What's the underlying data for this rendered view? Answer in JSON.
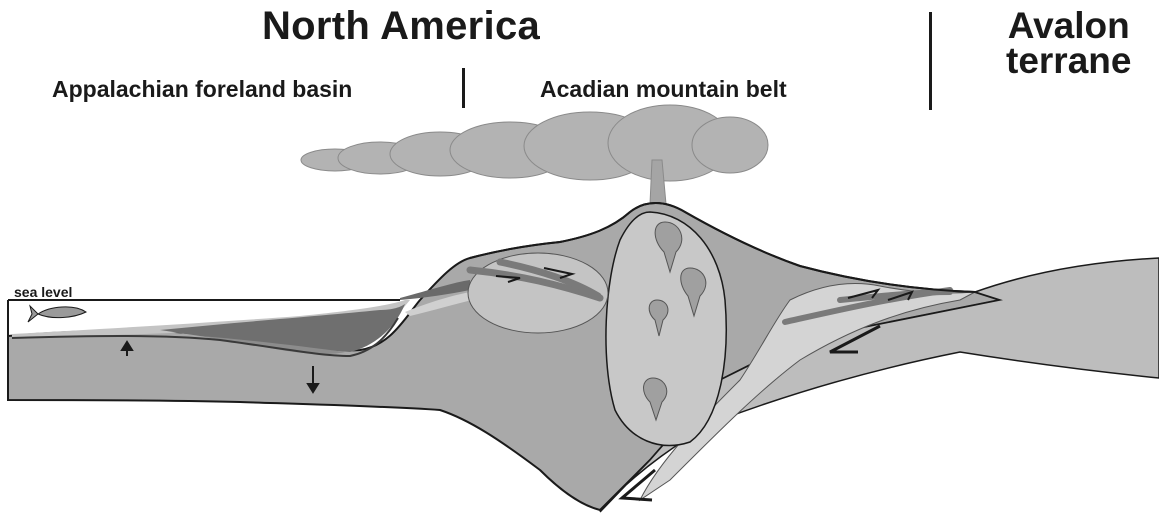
{
  "labels": {
    "north_america": "North America",
    "avalon_line1": "Avalon",
    "avalon_line2": "terrane",
    "foreland_basin": "Appalachian foreland basin",
    "mountain_belt": "Acadian mountain belt",
    "sea_level": "sea level"
  },
  "colors": {
    "crust": "#a9a9a9",
    "foreland_fill_dark": "#6f6f6f",
    "foreland_fill_light": "#c4c4c4",
    "pluton": "#c8c8c8",
    "avalon": "#bdbdbd",
    "ash_cloud": "#b3b3b3",
    "outline": "#1a1a1a"
  }
}
